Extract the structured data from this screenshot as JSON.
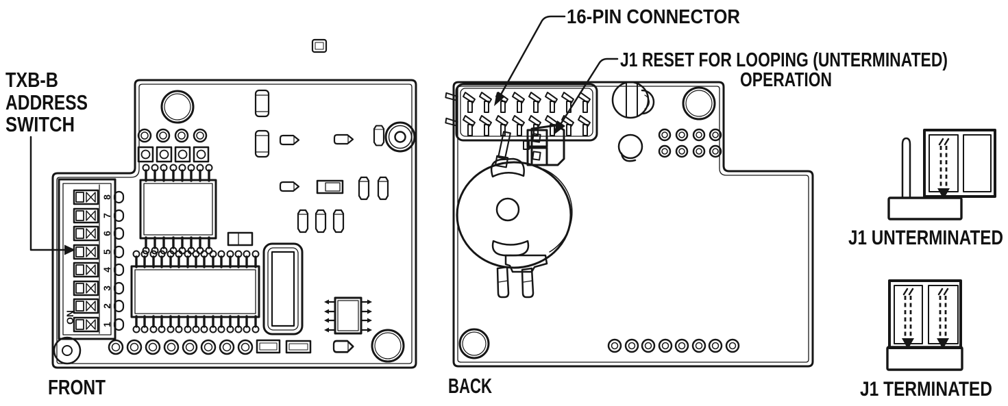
{
  "page": {
    "background": "#ffffff",
    "ink": "#161616"
  },
  "front_board": {
    "caption": "FRONT",
    "switch_callout_lines": [
      "TXB-B",
      "ADDRESS",
      "SWITCH"
    ],
    "dip_switch": {
      "on_label": "ON",
      "positions": [
        "1",
        "2",
        "3",
        "4",
        "5",
        "6",
        "7",
        "8"
      ]
    }
  },
  "back_board": {
    "caption": "BACK",
    "connector_callout": "16-PIN CONNECTOR",
    "j1_callout_line1": "J1 RESET FOR LOOPING (UNTERMINATED)",
    "j1_callout_line2": "OPERATION"
  },
  "jumper_details": {
    "unterminated_caption": "J1 UNTERMINATED",
    "terminated_caption": "J1 TERMINATED"
  }
}
